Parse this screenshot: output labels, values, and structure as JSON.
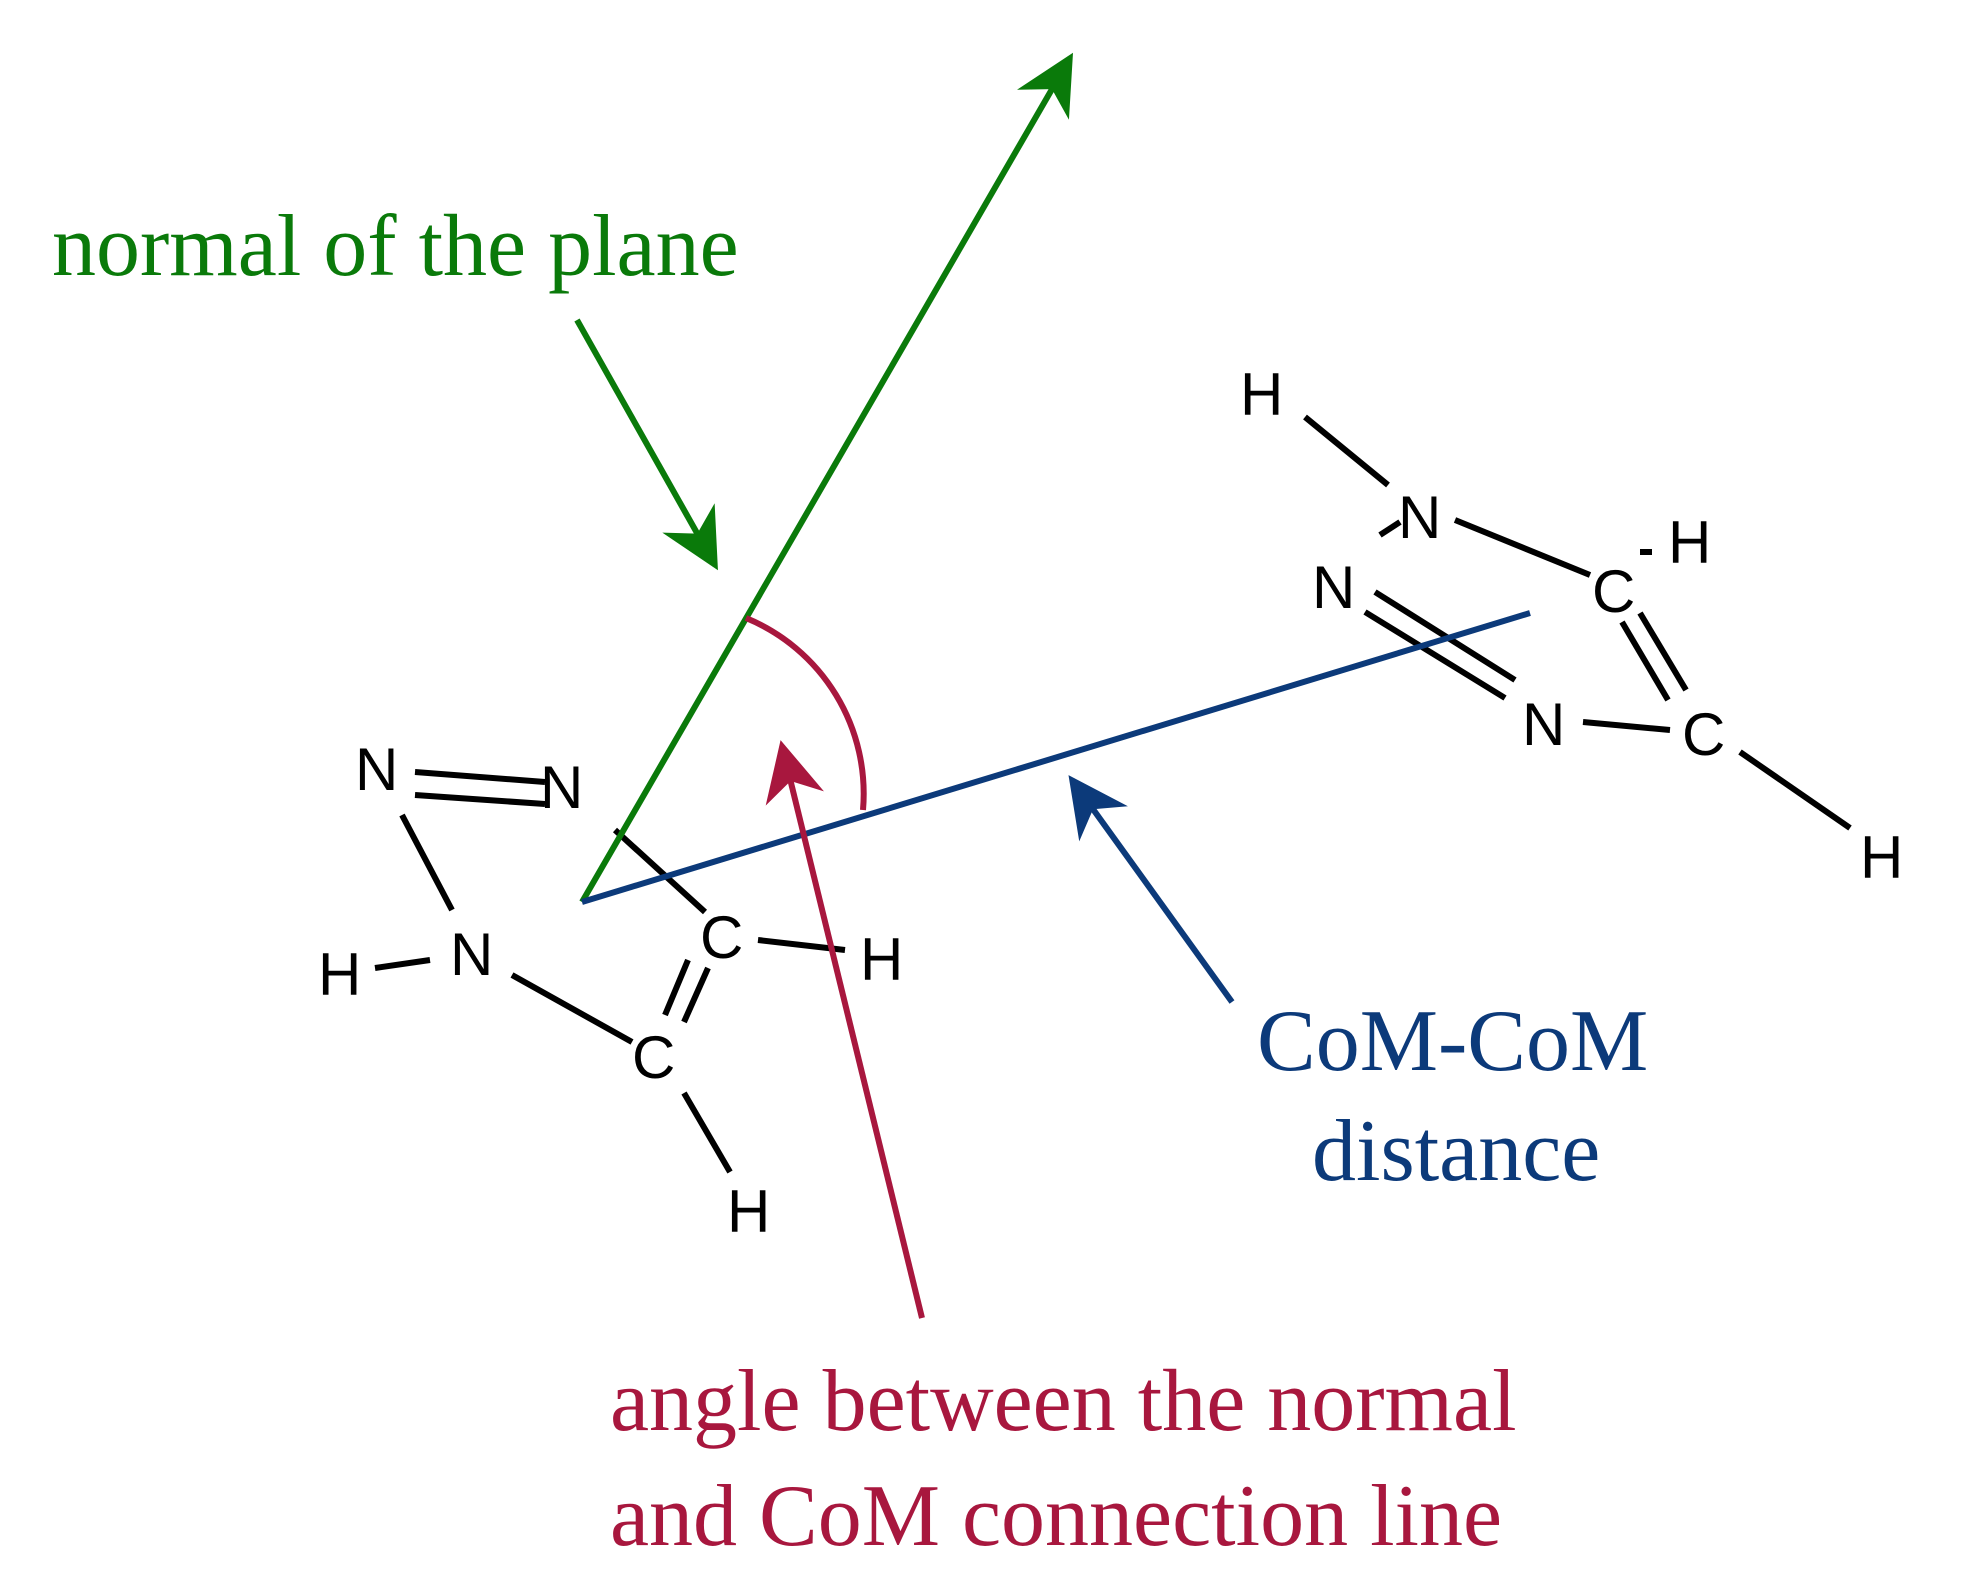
{
  "labels": {
    "normal": "normal of the plane",
    "distance_line1": "CoM-CoM",
    "distance_line2": "distance",
    "angle_line1": "angle between the normal",
    "angle_line2": "and CoM connection line"
  },
  "molecule_left": {
    "atoms": [
      "N",
      "N",
      "N",
      "H",
      "C",
      "H",
      "C",
      "H"
    ]
  },
  "molecule_right": {
    "atoms": [
      "H",
      "N",
      "N",
      "H",
      "C",
      "N",
      "C",
      "H"
    ]
  },
  "colors": {
    "normal": "#0a7a0a",
    "distance": "#0c3a7a",
    "angle": "#a8173e",
    "bond": "#000000"
  }
}
